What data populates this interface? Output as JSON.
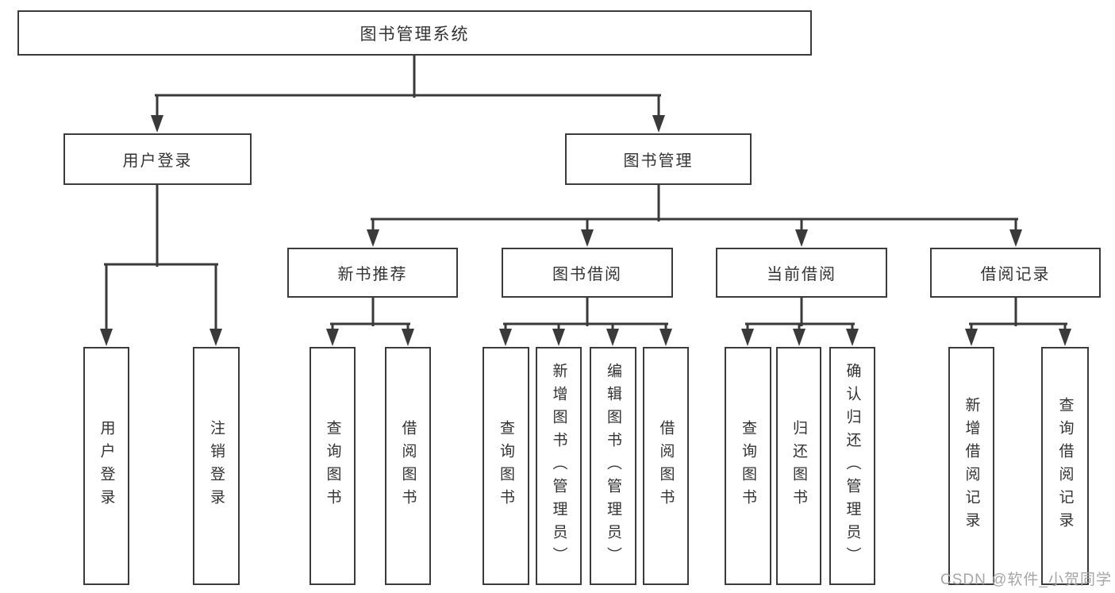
{
  "diagram": {
    "type": "tree",
    "root": {
      "label": "图书管理系统"
    },
    "level1": [
      {
        "label": "用户登录",
        "children": [
          "用户登录",
          "注销登录"
        ]
      },
      {
        "label": "图书管理"
      }
    ],
    "level2": [
      {
        "label": "新书推荐",
        "children": [
          "查询图书",
          "借阅图书"
        ]
      },
      {
        "label": "图书借阅",
        "children": [
          "查询图书",
          "新增图书（管理员）",
          "编辑图书（管理员）",
          "借阅图书"
        ]
      },
      {
        "label": "当前借阅",
        "children": [
          "查询图书",
          "归还图书",
          "确认归还（管理员）"
        ]
      },
      {
        "label": "借阅记录",
        "children": [
          "新增借阅记录",
          "查询借阅记录"
        ]
      }
    ],
    "colors": {
      "line": "#3a3a3a",
      "border": "#3b3b3b",
      "text": "#333333",
      "background": "#ffffff",
      "watermark": "#a6a6a6"
    },
    "watermark": "CSDN @软件_小贺同学"
  }
}
